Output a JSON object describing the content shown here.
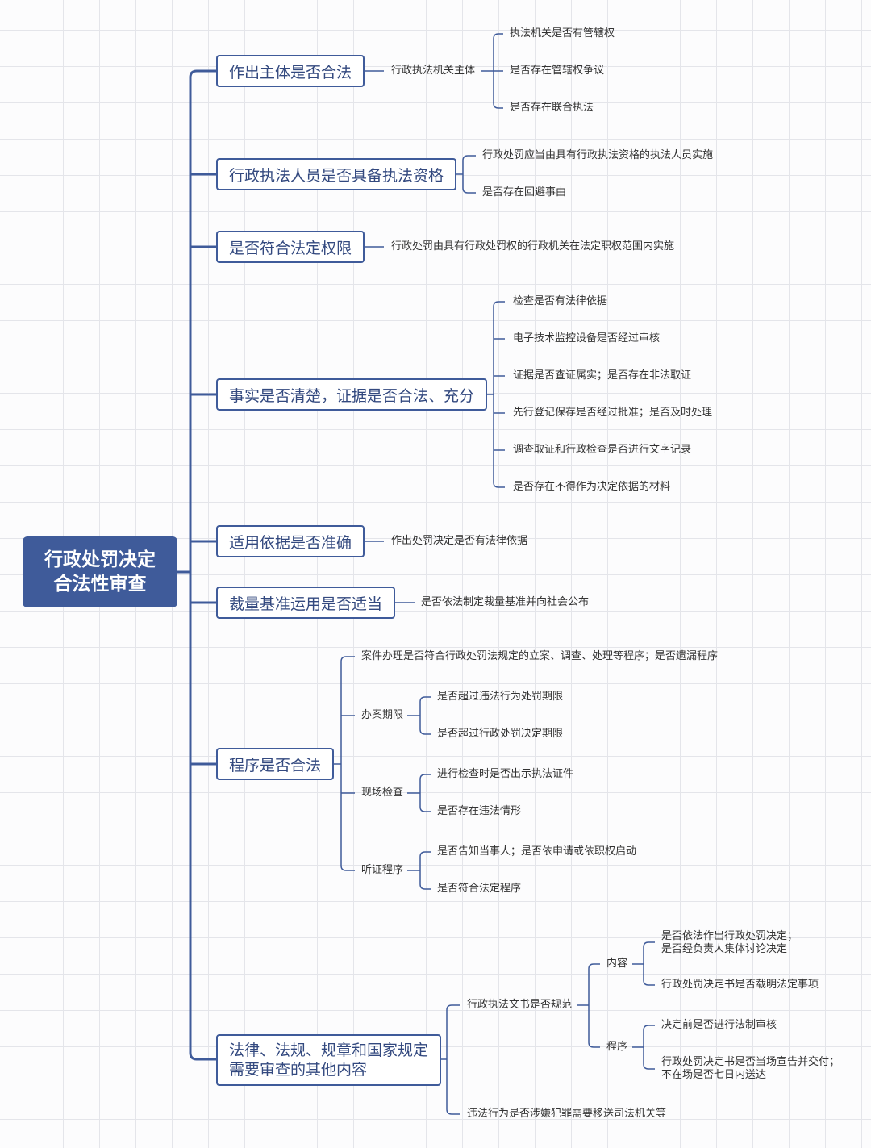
{
  "root": {
    "line1": "行政处罚决定",
    "line2": "合法性审查"
  },
  "categories": [
    {
      "label": "作出主体是否合法",
      "sub": "行政执法机关主体",
      "items": [
        "执法机关是否有管辖权",
        "是否存在管辖权争议",
        "是否存在联合执法"
      ]
    },
    {
      "label": "行政执法人员是否具备执法资格",
      "items": [
        "行政处罚应当由具有行政执法资格的执法人员实施",
        "是否存在回避事由"
      ]
    },
    {
      "label": "是否符合法定权限",
      "items": [
        "行政处罚由具有行政处罚权的行政机关在法定职权范围内实施"
      ]
    },
    {
      "label": "事实是否清楚，证据是否合法、充分",
      "items": [
        "检查是否有法律依据",
        "电子技术监控设备是否经过审核",
        "证据是否查证属实；是否存在非法取证",
        "先行登记保存是否经过批准；是否及时处理",
        "调查取证和行政检查是否进行文字记录",
        "是否存在不得作为决定依据的材料"
      ]
    },
    {
      "label": "适用依据是否准确",
      "items": [
        "作出处罚决定是否有法律依据"
      ]
    },
    {
      "label": "裁量基准运用是否适当",
      "items": [
        "是否依法制定裁量基准并向社会公布"
      ]
    },
    {
      "label": "程序是否合法",
      "item": "案件办理是否符合行政处罚法规定的立案、调查、处理等程序；是否遗漏程序",
      "groups": [
        {
          "label": "办案期限",
          "items": [
            "是否超过违法行为处罚期限",
            "是否超过行政处罚决定期限"
          ]
        },
        {
          "label": "现场检查",
          "items": [
            "进行检查时是否出示执法证件",
            "是否存在违法情形"
          ]
        },
        {
          "label": "听证程序",
          "items": [
            "是否告知当事人；是否依申请或依职权启动",
            "是否符合法定程序"
          ]
        }
      ]
    },
    {
      "line1": "法律、法规、规章和国家规定",
      "line2": "需要审查的其他内容",
      "doc": {
        "label": "行政执法文书是否规范",
        "content": {
          "label": "内容",
          "items": [
            {
              "line1": "是否依法作出行政处罚决定；",
              "line2": "是否经负责人集体讨论决定"
            },
            {
              "line1": "行政处罚决定书是否载明法定事项"
            }
          ]
        },
        "procedure": {
          "label": "程序",
          "items": [
            {
              "line1": "决定前是否进行法制审核"
            },
            {
              "line1": "行政处罚决定书是否当场宣告并交付；",
              "line2": "不在场是否七日内送达"
            }
          ]
        }
      },
      "transfer": "违法行为是否涉嫌犯罪需要移送司法机关等"
    }
  ],
  "colors": {
    "accent": "#3f5b9a",
    "connector": "#3f5b9a",
    "grid": "#e4e5ea"
  }
}
